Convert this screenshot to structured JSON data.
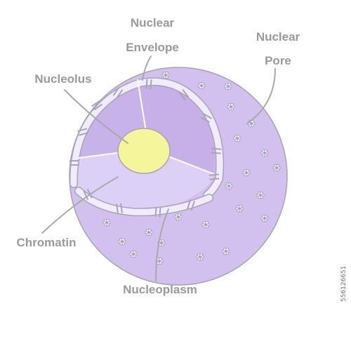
{
  "labels": {
    "nuclear_envelope_line1": "Nuclear",
    "nuclear_envelope_line2": "Envelope",
    "nuclear_pore_line1": "Nuclear",
    "nuclear_pore_line2": "Pore",
    "nucleolus": "Nucleolus",
    "chromatin": "Chromatin",
    "nucleoplasm": "Nucleoplasm"
  },
  "stock_id": "556126651",
  "colors": {
    "nucleus_outer": "#d2c0ee",
    "cutaway_back": "#c8b2ea",
    "cutaway_floor": "#ddd0f6",
    "nucleolus": "#f5f59c",
    "envelope": "#f1ecfb",
    "label_text": "#9a9a9a"
  }
}
